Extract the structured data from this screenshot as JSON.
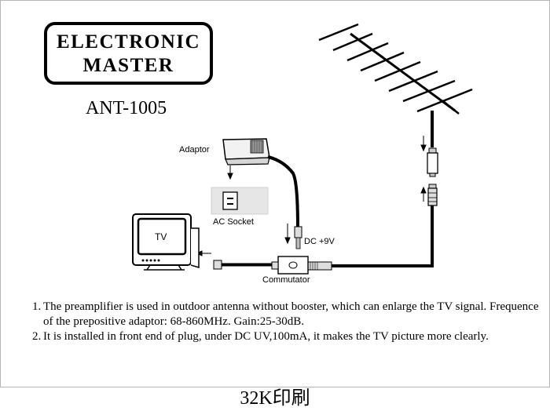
{
  "logo": {
    "line1": "ELECTRONIC",
    "line2": "MASTER"
  },
  "model": "ANT-1005",
  "labels": {
    "adaptor": "Adaptor",
    "ac_socket": "AC Socket",
    "dc": "DC +9V",
    "commutator": "Commutator",
    "tv": "TV"
  },
  "notes": [
    {
      "num": "1.",
      "text": "The preamplifier is used in outdoor antenna without booster, which can enlarge the TV signal.  Frequence of the prepositive adaptor: 68-860MHz. Gain:25-30dB."
    },
    {
      "num": "2.",
      "text": "It is installed in front end of plug, under DC UV,100mA, it makes the TV picture more clearly."
    }
  ],
  "footer": "32K印刷"
}
